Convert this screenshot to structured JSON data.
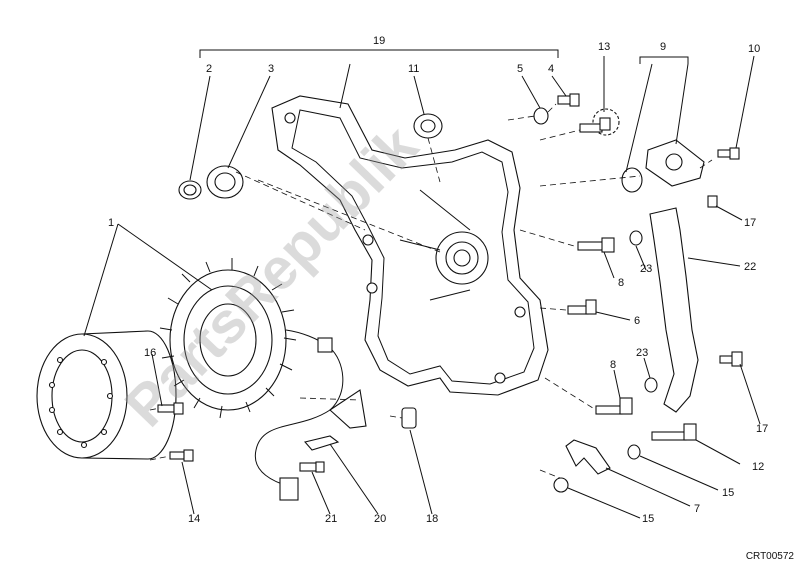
{
  "watermark": "PartsRepublik",
  "drawing_code": "CRT00572",
  "callouts": [
    "1",
    "2",
    "3",
    "4",
    "5",
    "6",
    "7",
    "8",
    "8",
    "9",
    "10",
    "11",
    "12",
    "13",
    "14",
    "15",
    "15",
    "16",
    "17",
    "17",
    "18",
    "19",
    "20",
    "21",
    "22",
    "23",
    "23"
  ]
}
